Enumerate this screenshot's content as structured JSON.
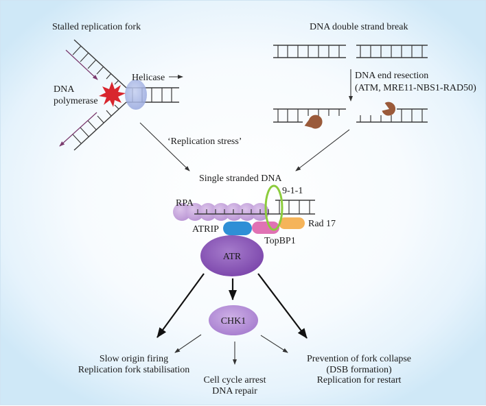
{
  "title_left": "Stalled replication fork",
  "title_right": "DNA double strand break",
  "fork": {
    "helicase_label": "Helicase",
    "polymerase_label_line1": "DNA",
    "polymerase_label_line2": "polymerase"
  },
  "resection": {
    "label_line1": "DNA end resection",
    "label_line2": "(ATM, MRE11-NBS1-RAD50)"
  },
  "replication_stress_label": "‘Replication stress’",
  "ssdna_label": "Single stranded DNA",
  "complex": {
    "rpa": "RPA",
    "nine_one_one": "9-1-1",
    "atrip": "ATRIP",
    "topbp1": "TopBP1",
    "rad17": "Rad 17",
    "atr": "ATR",
    "chk1": "CHK1"
  },
  "outcomes": {
    "left_line1": "Slow origin firing",
    "left_line2": "Replication fork stabilisation",
    "middle_line1": "Cell cycle arrest",
    "middle_line2": "DNA repair",
    "right_line1": "Prevention of fork collapse",
    "right_line2": "(DSB formation)",
    "right_line3": "Replication for restart"
  },
  "colors": {
    "rpa": "#c9a6dc",
    "atrip": "#2f8fd6",
    "topbp1": "#e072b4",
    "rad17": "#f5b45a",
    "nine_one_one_ring": "#8ccc3c",
    "atr": "#8a55b8",
    "chk1": "#b48ad6",
    "helicase": "#aab8e6",
    "polymerase_star": "#d8262e",
    "nuclease": "#9a5a3a",
    "nascent_strand": "#7a3a6e"
  }
}
